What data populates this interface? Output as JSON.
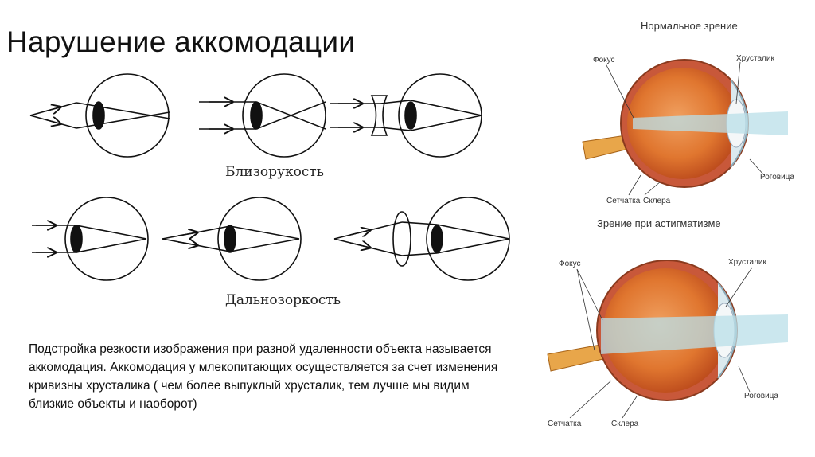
{
  "title": "Нарушение аккомодации",
  "myopia": {
    "caption": "Близорукость"
  },
  "hyperopia": {
    "caption": "Дальнозоркость"
  },
  "description": "Подстройка резкости изображения при разной удаленности объекта называется аккомодация. Аккомодация у млекопитающих осуществляется за счет изменения кривизны хрусталика ( чем более выпуклый хрусталик, тем лучше мы видим близкие объекты и наоборот)",
  "normal_eye": {
    "heading": "Нормальное зрение",
    "labels": {
      "focus": "Фокус",
      "lens": "Хрусталик",
      "cornea": "Роговица",
      "retina": "Сетчатка",
      "sclera": "Склера"
    }
  },
  "astig_eye": {
    "heading": "Зрение при астигматизме",
    "labels": {
      "focus": "Фокус",
      "lens": "Хрусталик",
      "cornea": "Роговица",
      "retina": "Сетчатка",
      "sclera": "Склера"
    }
  },
  "colors": {
    "eye_orange": "#e0762f",
    "eye_dark": "#b8461a",
    "nerve": "#e8a64a",
    "beam": "#b9dfe8"
  }
}
